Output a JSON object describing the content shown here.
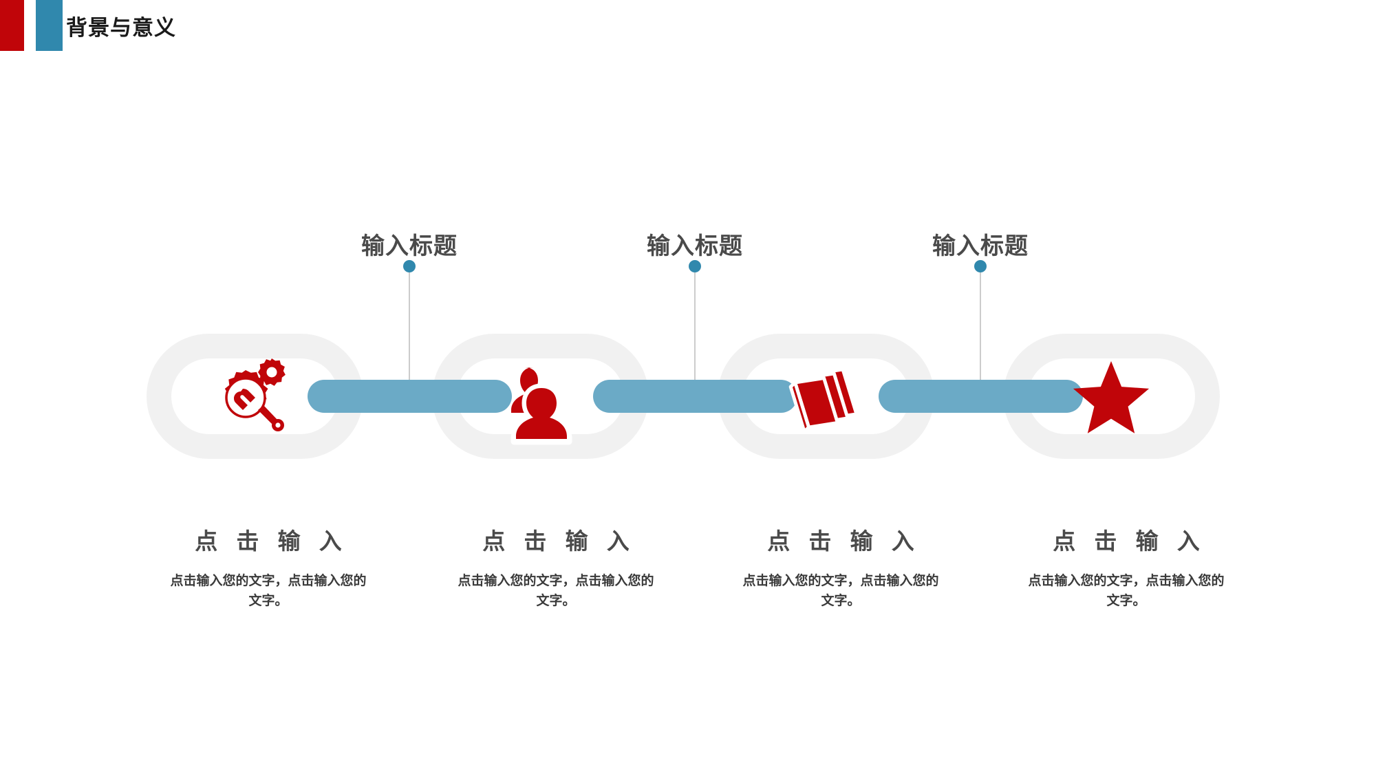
{
  "header": {
    "title": "背景与意义",
    "accent_red": "#C00509",
    "accent_blue": "#3088AD"
  },
  "theme": {
    "icon_red": "#C00509",
    "bar_blue": "#6BAAC6",
    "ring_gray": "#F1F1F1",
    "dot_blue": "#3088AD",
    "heading_gray": "#4a4a4a"
  },
  "callouts": [
    {
      "label": "输入标题"
    },
    {
      "label": "输入标题"
    },
    {
      "label": "输入标题"
    }
  ],
  "steps": [
    {
      "icon": "gear-wrench-magnifier-icon",
      "heading": "点 击 输 入",
      "body": "点击输入您的文字，点击输入您的文字。"
    },
    {
      "icon": "two-users-icon",
      "heading": "点 击 输 入",
      "body": "点击输入您的文字，点击输入您的文字。"
    },
    {
      "icon": "books-icon",
      "heading": "点 击 输 入",
      "body": "点击输入您的文字，点击输入您的文字。"
    },
    {
      "icon": "star-icon",
      "heading": "点 击 输 入",
      "body": "点击输入您的文字，点击输入您的文字。"
    }
  ]
}
